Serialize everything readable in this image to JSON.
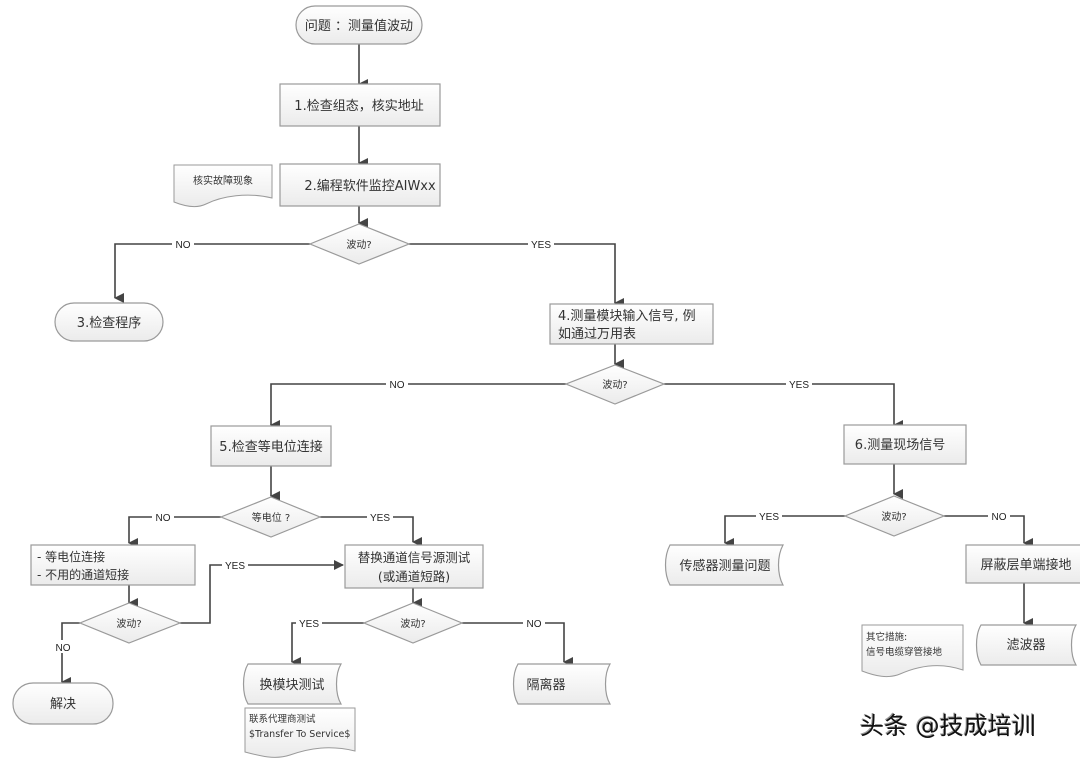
{
  "nodes": {
    "start": {
      "label": "问题 ：测量值波动"
    },
    "step1": {
      "label": "1.检查组态，核实地址"
    },
    "note_verify": {
      "label": "核实故障现象"
    },
    "step2": {
      "label": "2.编程软件监控AIWxx"
    },
    "dec1": {
      "label": "波动?"
    },
    "step3": {
      "label": "3.检查程序"
    },
    "step4": {
      "lines": [
        "4.测量模块输入信号, 例",
        "如通过万用表"
      ]
    },
    "dec2": {
      "label": "波动?"
    },
    "step5": {
      "label": "5.检查等电位连接"
    },
    "dec_equip": {
      "label": "等电位 ?"
    },
    "box_equip": {
      "lines": [
        "- 等电位连接",
        "- 不用的通道短接"
      ]
    },
    "dec3": {
      "label": "波动?"
    },
    "end_solved": {
      "label": "解决"
    },
    "box_replace": {
      "lines": [
        "替换通道信号源测试",
        "(或通道短路)"
      ]
    },
    "dec4": {
      "label": "波动?"
    },
    "tape_module": {
      "label": "换模块测试"
    },
    "note_agent": {
      "lines": [
        "联系代理商测试",
        "$Transfer To Service$"
      ]
    },
    "tape_isolator": {
      "label": "隔离器"
    },
    "step6": {
      "label": "6.测量现场信号"
    },
    "dec5": {
      "label": "波动?"
    },
    "tape_sensor": {
      "label": "传感器测量问题"
    },
    "box_shield": {
      "label": "屏蔽层单端接地"
    },
    "note_other": {
      "lines": [
        "其它措施:",
        "信号电缆穿管接地"
      ]
    },
    "tape_filter": {
      "label": "滤波器"
    }
  },
  "edge_labels": {
    "dec1_no": "NO",
    "dec1_yes": "YES",
    "dec2_no": "NO",
    "dec2_yes": "YES",
    "equip_no": "NO",
    "equip_yes": "YES",
    "dec3_yes": "YES",
    "dec3_no": "NO",
    "dec4_yes": "YES",
    "dec4_no": "NO",
    "dec5_yes": "YES",
    "dec5_no": "NO"
  },
  "watermark": "头条 @技成培训",
  "colors": {
    "stroke": "#444444",
    "box_stroke": "#9a9a9a",
    "fill_top": "#ffffff",
    "fill_bottom": "#ececec"
  }
}
